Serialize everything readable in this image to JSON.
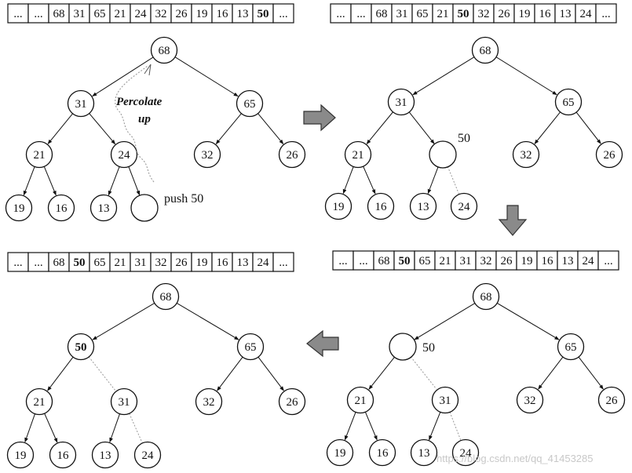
{
  "panels": [
    {
      "id": "step1",
      "array": [
        {
          "text": "...",
          "bold": false
        },
        {
          "text": "...",
          "bold": false
        },
        {
          "text": "68",
          "bold": false
        },
        {
          "text": "31",
          "bold": false
        },
        {
          "text": "65",
          "bold": false
        },
        {
          "text": "21",
          "bold": false
        },
        {
          "text": "24",
          "bold": false
        },
        {
          "text": "32",
          "bold": false
        },
        {
          "text": "26",
          "bold": false
        },
        {
          "text": "19",
          "bold": false
        },
        {
          "text": "16",
          "bold": false
        },
        {
          "text": "13",
          "bold": false
        },
        {
          "text": "50",
          "bold": true
        },
        {
          "text": "...",
          "bold": false
        }
      ],
      "nodes": [
        {
          "id": "a",
          "label": "68",
          "bold": false
        },
        {
          "id": "b",
          "label": "31",
          "bold": false
        },
        {
          "id": "c",
          "label": "65",
          "bold": false
        },
        {
          "id": "d",
          "label": "21",
          "bold": false
        },
        {
          "id": "e",
          "label": "24",
          "bold": false
        },
        {
          "id": "f",
          "label": "32",
          "bold": false
        },
        {
          "id": "g",
          "label": "26",
          "bold": false
        },
        {
          "id": "h",
          "label": "19",
          "bold": false
        },
        {
          "id": "i",
          "label": "16",
          "bold": false
        },
        {
          "id": "j",
          "label": "13",
          "bold": false
        },
        {
          "id": "k",
          "label": "",
          "bold": false
        }
      ],
      "notes": {
        "push": "push 50",
        "percolate_1": "Percolate",
        "percolate_2": "up"
      }
    },
    {
      "id": "step2",
      "array": [
        {
          "text": "...",
          "bold": false
        },
        {
          "text": "...",
          "bold": false
        },
        {
          "text": "68",
          "bold": false
        },
        {
          "text": "31",
          "bold": false
        },
        {
          "text": "65",
          "bold": false
        },
        {
          "text": "21",
          "bold": false
        },
        {
          "text": "50",
          "bold": true
        },
        {
          "text": "32",
          "bold": false
        },
        {
          "text": "26",
          "bold": false
        },
        {
          "text": "19",
          "bold": false
        },
        {
          "text": "16",
          "bold": false
        },
        {
          "text": "13",
          "bold": false
        },
        {
          "text": "24",
          "bold": false
        },
        {
          "text": "...",
          "bold": false
        }
      ],
      "nodes": [
        {
          "id": "a",
          "label": "68",
          "bold": false
        },
        {
          "id": "b",
          "label": "31",
          "bold": false
        },
        {
          "id": "c",
          "label": "65",
          "bold": false
        },
        {
          "id": "d",
          "label": "21",
          "bold": false
        },
        {
          "id": "e",
          "label": "",
          "bold": false
        },
        {
          "id": "f",
          "label": "32",
          "bold": false
        },
        {
          "id": "g",
          "label": "26",
          "bold": false
        },
        {
          "id": "h",
          "label": "19",
          "bold": false
        },
        {
          "id": "i",
          "label": "16",
          "bold": false
        },
        {
          "id": "j",
          "label": "13",
          "bold": false
        },
        {
          "id": "k",
          "label": "24",
          "bold": false
        }
      ],
      "notes": {
        "hole_label": "50"
      }
    },
    {
      "id": "step3",
      "array": [
        {
          "text": "...",
          "bold": false
        },
        {
          "text": "...",
          "bold": false
        },
        {
          "text": "68",
          "bold": false
        },
        {
          "text": "50",
          "bold": true
        },
        {
          "text": "65",
          "bold": false
        },
        {
          "text": "21",
          "bold": false
        },
        {
          "text": "31",
          "bold": false
        },
        {
          "text": "32",
          "bold": false
        },
        {
          "text": "26",
          "bold": false
        },
        {
          "text": "19",
          "bold": false
        },
        {
          "text": "16",
          "bold": false
        },
        {
          "text": "13",
          "bold": false
        },
        {
          "text": "24",
          "bold": false
        },
        {
          "text": "...",
          "bold": false
        }
      ],
      "nodes": [
        {
          "id": "a",
          "label": "68",
          "bold": false
        },
        {
          "id": "b",
          "label": "",
          "bold": false
        },
        {
          "id": "c",
          "label": "65",
          "bold": false
        },
        {
          "id": "d",
          "label": "21",
          "bold": false
        },
        {
          "id": "e",
          "label": "31",
          "bold": false
        },
        {
          "id": "f",
          "label": "32",
          "bold": false
        },
        {
          "id": "g",
          "label": "26",
          "bold": false
        },
        {
          "id": "h",
          "label": "19",
          "bold": false
        },
        {
          "id": "i",
          "label": "16",
          "bold": false
        },
        {
          "id": "j",
          "label": "13",
          "bold": false
        },
        {
          "id": "k",
          "label": "24",
          "bold": false
        }
      ],
      "notes": {
        "hole_label": "50"
      }
    },
    {
      "id": "step4",
      "array": [
        {
          "text": "...",
          "bold": false
        },
        {
          "text": "...",
          "bold": false
        },
        {
          "text": "68",
          "bold": false
        },
        {
          "text": "50",
          "bold": true
        },
        {
          "text": "65",
          "bold": false
        },
        {
          "text": "21",
          "bold": false
        },
        {
          "text": "31",
          "bold": false
        },
        {
          "text": "32",
          "bold": false
        },
        {
          "text": "26",
          "bold": false
        },
        {
          "text": "19",
          "bold": false
        },
        {
          "text": "16",
          "bold": false
        },
        {
          "text": "13",
          "bold": false
        },
        {
          "text": "24",
          "bold": false
        },
        {
          "text": "...",
          "bold": false
        }
      ],
      "nodes": [
        {
          "id": "a",
          "label": "68",
          "bold": false
        },
        {
          "id": "b",
          "label": "50",
          "bold": true
        },
        {
          "id": "c",
          "label": "65",
          "bold": false
        },
        {
          "id": "d",
          "label": "21",
          "bold": false
        },
        {
          "id": "e",
          "label": "31",
          "bold": false
        },
        {
          "id": "f",
          "label": "32",
          "bold": false
        },
        {
          "id": "g",
          "label": "26",
          "bold": false
        },
        {
          "id": "h",
          "label": "19",
          "bold": false
        },
        {
          "id": "i",
          "label": "16",
          "bold": false
        },
        {
          "id": "j",
          "label": "13",
          "bold": false
        },
        {
          "id": "k",
          "label": "24",
          "bold": false
        }
      ],
      "notes": {}
    }
  ],
  "edges": [
    [
      "a",
      "b"
    ],
    [
      "a",
      "c"
    ],
    [
      "b",
      "d"
    ],
    [
      "b",
      "e"
    ],
    [
      "c",
      "f"
    ],
    [
      "c",
      "g"
    ],
    [
      "d",
      "h"
    ],
    [
      "d",
      "i"
    ],
    [
      "e",
      "j"
    ],
    [
      "e",
      "k"
    ]
  ],
  "watermark": "https://blog.csdn.net/qq_41453285",
  "colors": {
    "ink": "#111111",
    "arrow_fill": "#8a8a8a",
    "dotted": "#9a9a9a"
  }
}
